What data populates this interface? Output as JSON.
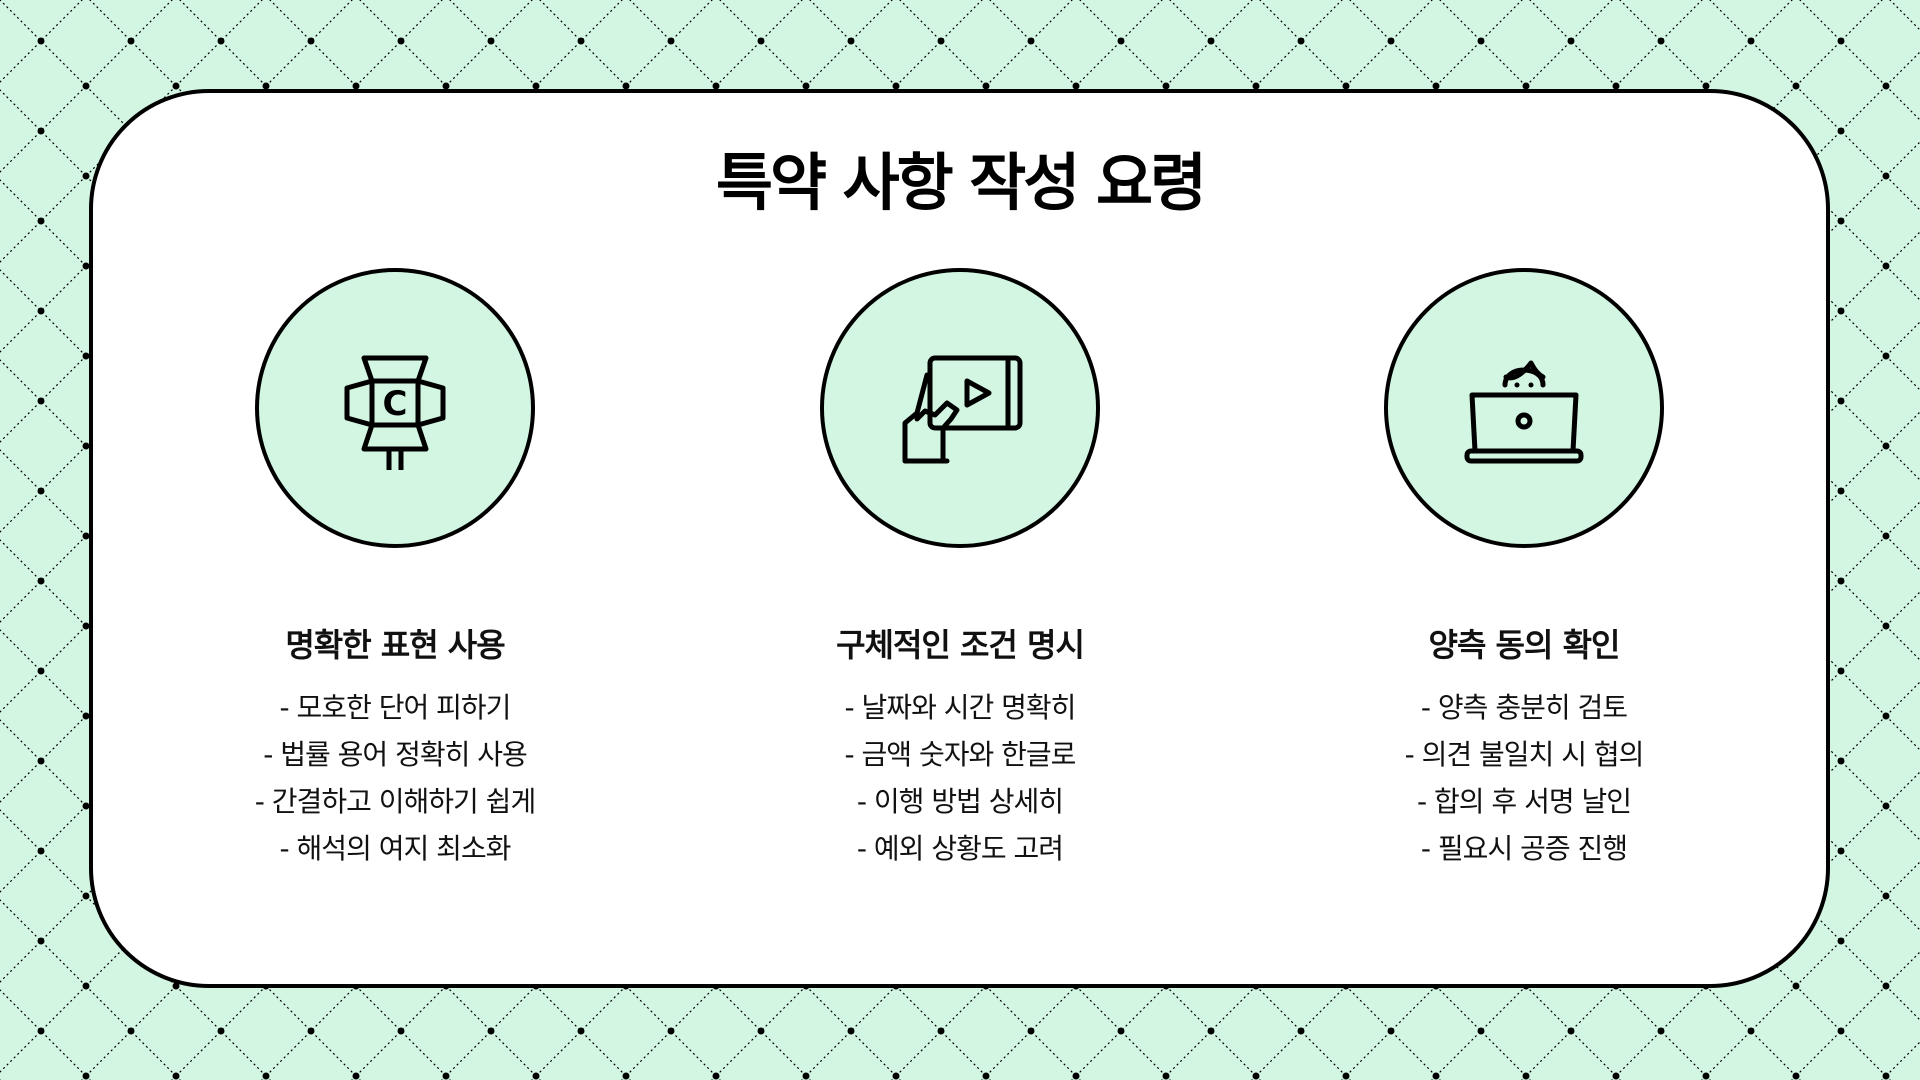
{
  "title": "특약 사항 작성 요령",
  "colors": {
    "background": "#d3f6e2",
    "card": "#ffffff",
    "outline": "#000000",
    "icon_fill": "#d3f6e2"
  },
  "columns": [
    {
      "icon": "spotlight-icon",
      "title": "명확한 표현 사용",
      "items": [
        "- 모호한 단어 피하기",
        "- 법률 용어 정확히 사용",
        "- 간결하고 이해하기 쉽게",
        "- 해석의 여지 최소화"
      ]
    },
    {
      "icon": "tablet-video-icon",
      "title": "구체적인 조건 명시",
      "items": [
        "- 날짜와 시간 명확히",
        "- 금액 숫자와 한글로",
        "- 이행 방법 상세히",
        "- 예외 상황도 고려"
      ]
    },
    {
      "icon": "person-laptop-icon",
      "title": "양측 동의 확인",
      "items": [
        "- 양측 충분히 검토",
        "- 의견 불일치 시 협의",
        "- 합의 후 서명 날인",
        "- 필요시 공증 진행"
      ]
    }
  ]
}
